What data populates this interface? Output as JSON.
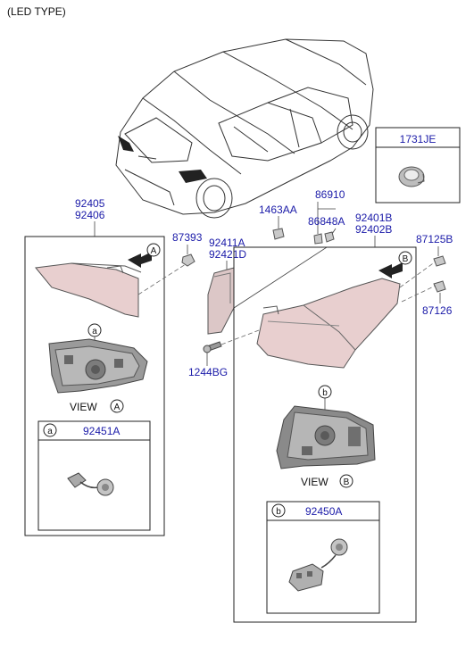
{
  "header": {
    "title": "(LED TYPE)"
  },
  "part_numbers": {
    "p1731JE": "1731JE",
    "p86910": "86910",
    "p1463AA": "1463AA",
    "p86848A": "86848A",
    "p92405": "92405",
    "p92406": "92406",
    "p87393": "87393",
    "p92411A": "92411A",
    "p92421D": "92421D",
    "p92401B": "92401B",
    "p92402B": "92402B",
    "p87125B": "87125B",
    "p87126": "87126",
    "p1244BG": "1244BG",
    "p92451A": "92451A",
    "p92450A": "92450A"
  },
  "callouts": {
    "a": "a",
    "b": "b",
    "A": "A",
    "B": "B"
  },
  "views": {
    "view_label": "VIEW"
  },
  "colors": {
    "part_number_text": "#1a1aa8",
    "lens_fill": "#e8cfcf",
    "housing_fill": "#8a8a8a"
  }
}
